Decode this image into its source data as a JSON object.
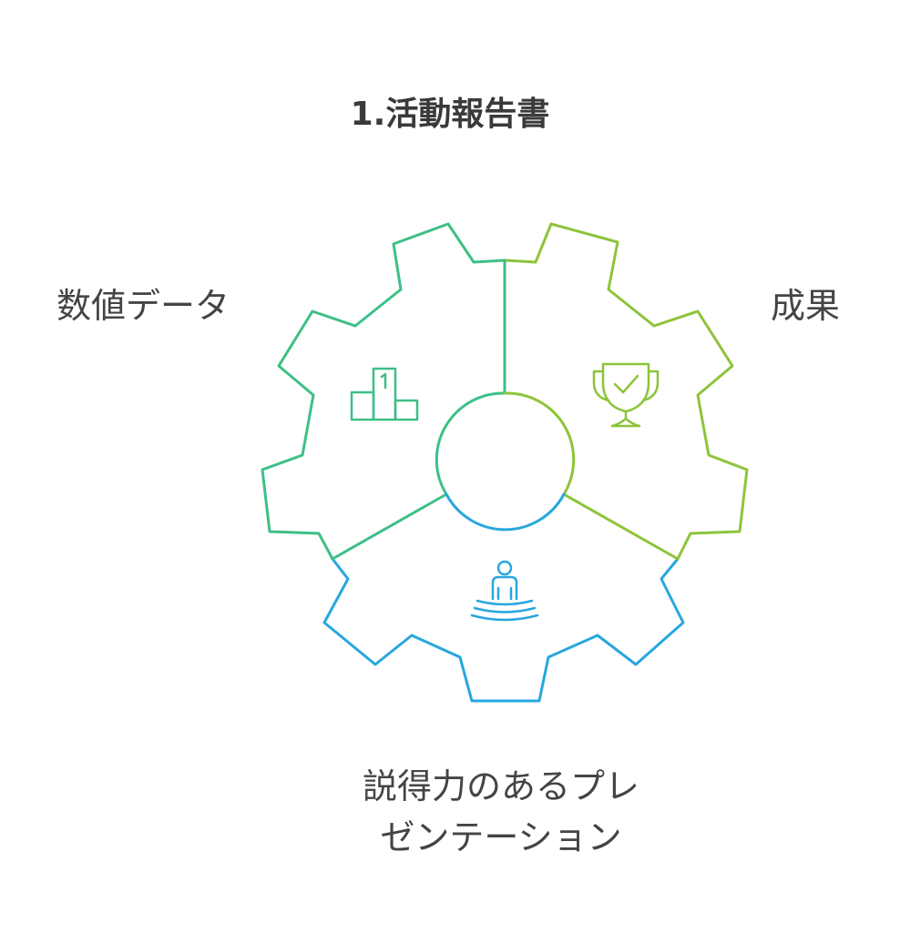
{
  "title": "1.活動報告書",
  "segments": [
    {
      "label": "数値データ",
      "icon": "podium-icon",
      "color": "#3dbf86"
    },
    {
      "label": "成果",
      "icon": "trophy-check-icon",
      "color": "#8dc43b"
    },
    {
      "label_line1": "説得力のあるプレ",
      "label_line2": "ゼンテーション",
      "icon": "presenter-icon",
      "color": "#27a7de"
    }
  ]
}
